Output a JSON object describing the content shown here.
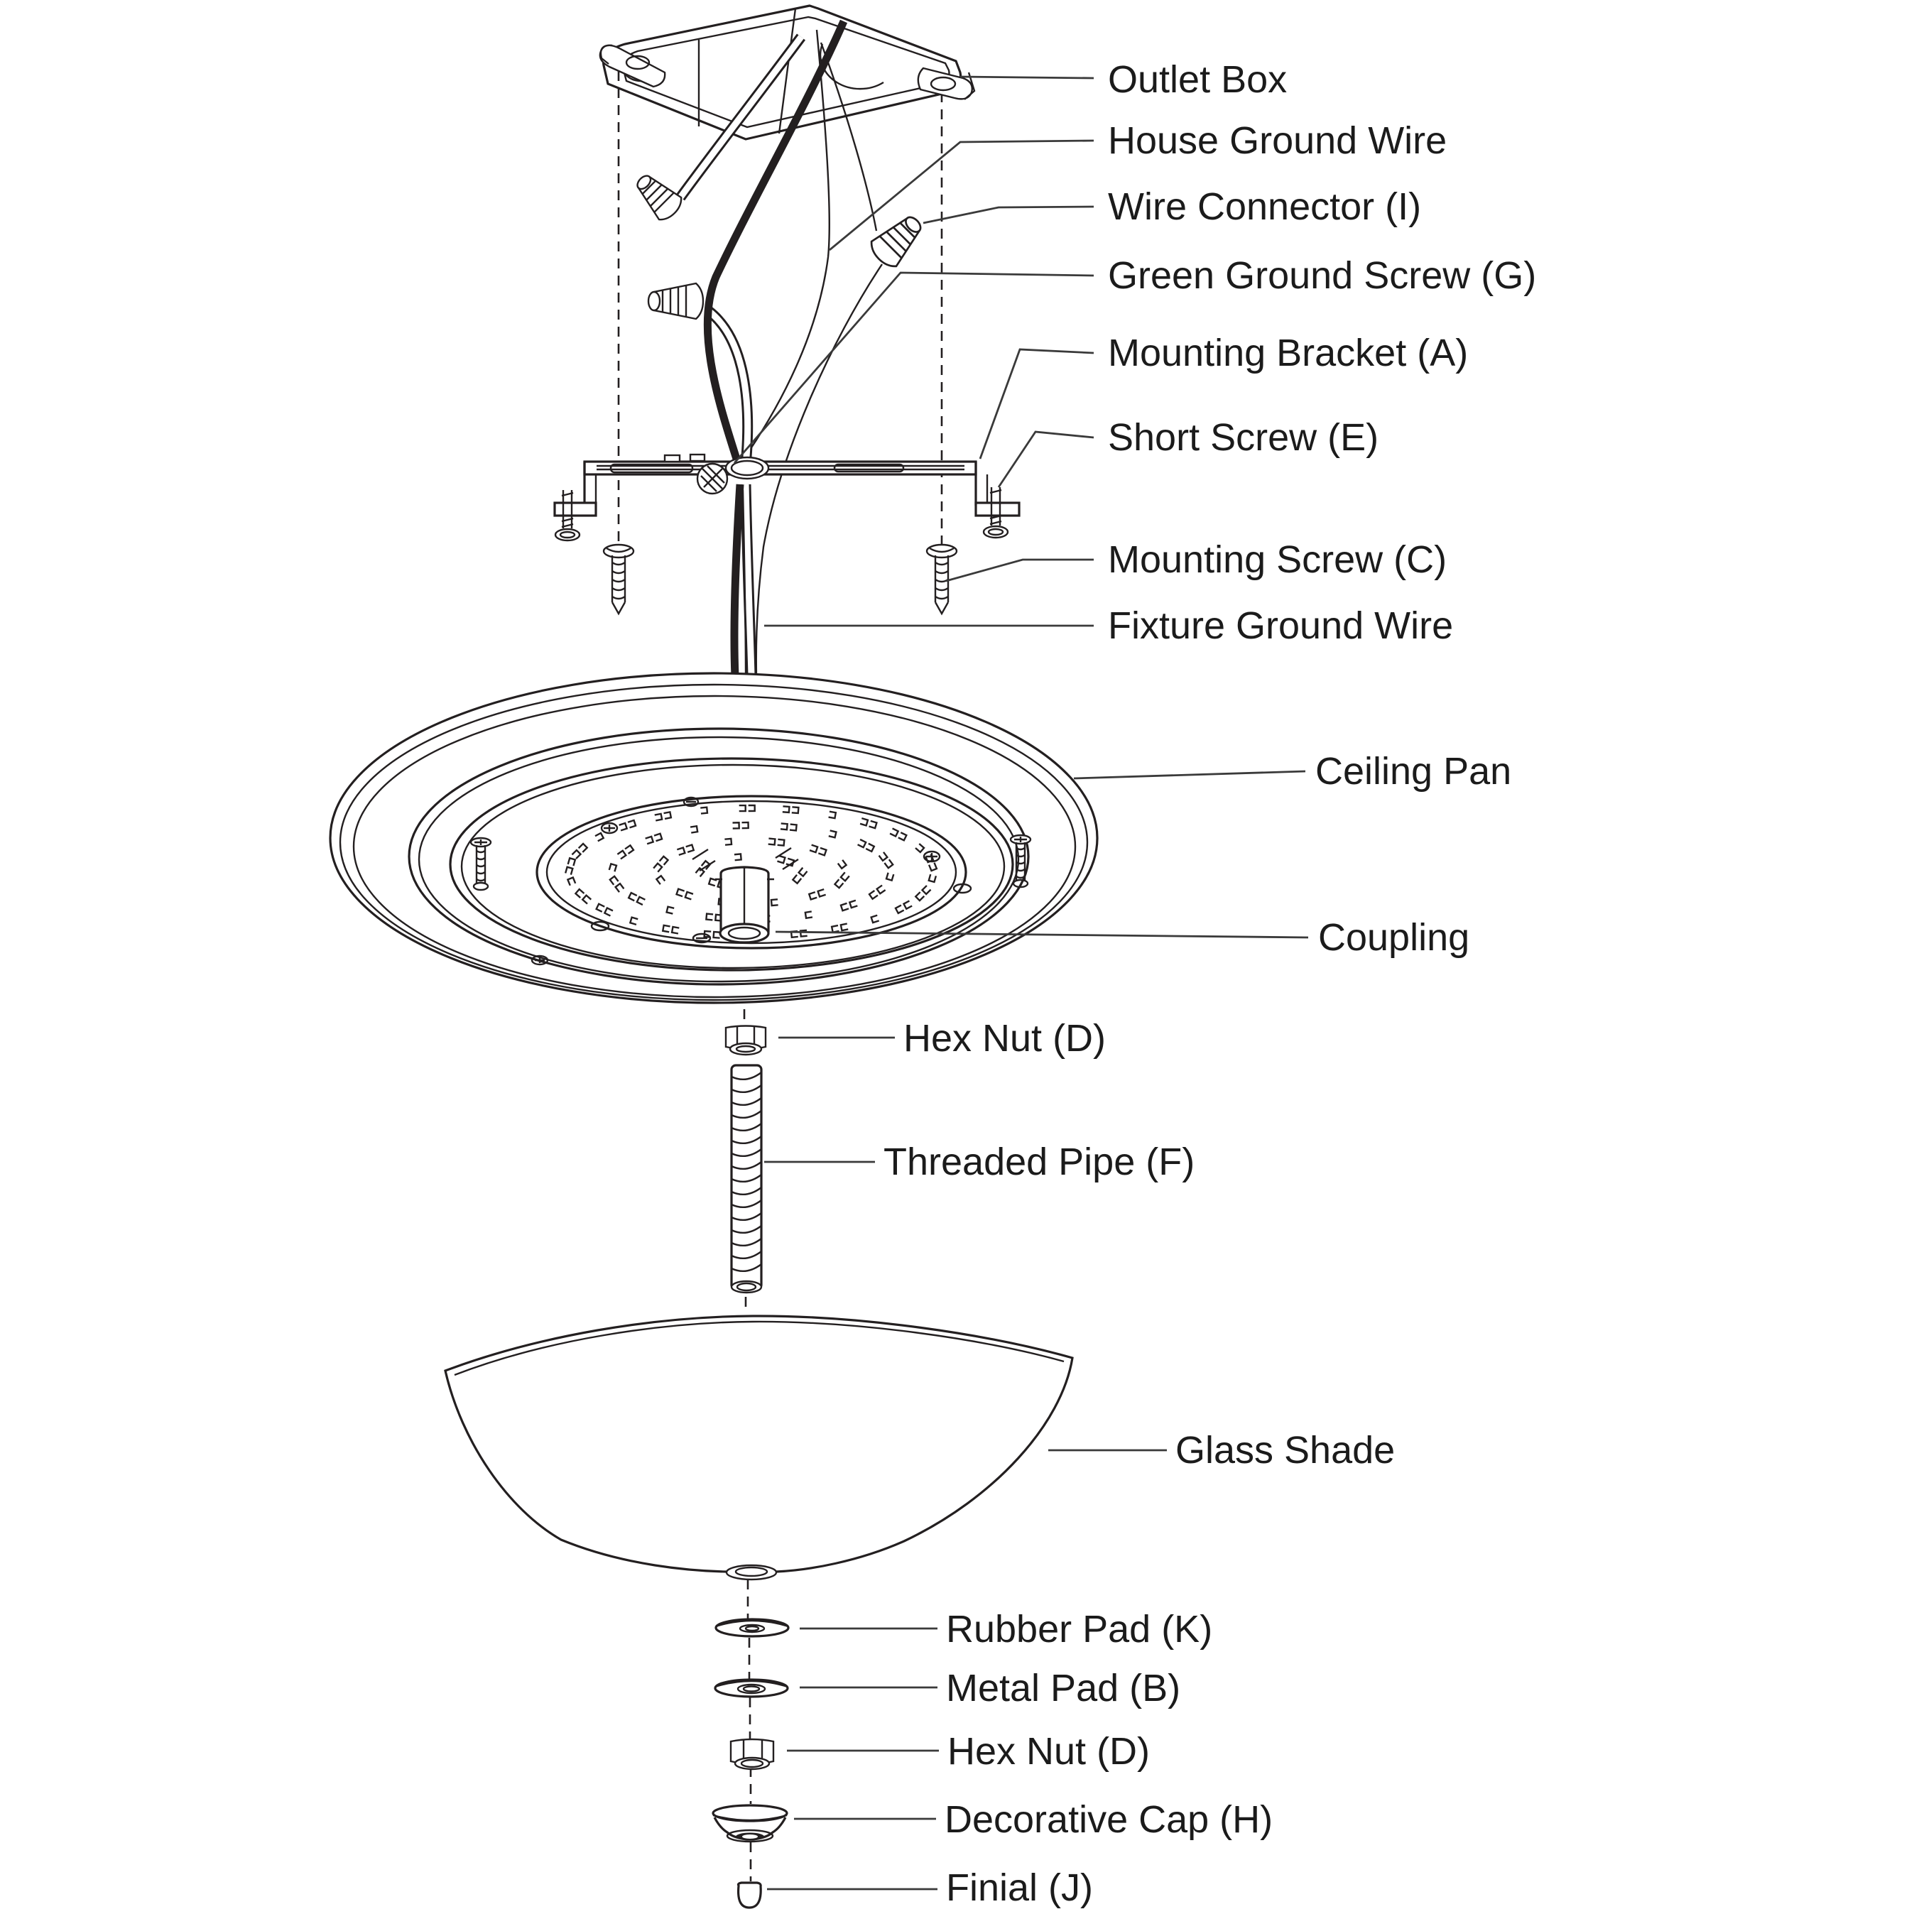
{
  "page": {
    "background": "#ffffff",
    "line_color": "#231f20",
    "text_color": "#1b1b1b"
  },
  "diagram": {
    "kind": "exploded-assembly",
    "subject": "ceiling light fixture mounting diagram"
  },
  "labels": [
    {
      "id": "outlet-box",
      "text": "Outlet Box"
    },
    {
      "id": "house-ground-wire",
      "text": "House Ground Wire"
    },
    {
      "id": "wire-connector",
      "text": "Wire Connector (I)"
    },
    {
      "id": "green-ground-screw",
      "text": "Green Ground Screw (G)"
    },
    {
      "id": "mounting-bracket",
      "text": "Mounting Bracket (A)"
    },
    {
      "id": "short-screw",
      "text": "Short Screw (E)"
    },
    {
      "id": "mounting-screw",
      "text": "Mounting Screw (C)"
    },
    {
      "id": "fixture-ground-wire",
      "text": "Fixture Ground Wire"
    },
    {
      "id": "ceiling-pan",
      "text": "Ceiling Pan"
    },
    {
      "id": "coupling",
      "text": "Coupling"
    },
    {
      "id": "hex-nut-upper",
      "text": "Hex Nut (D)"
    },
    {
      "id": "threaded-pipe",
      "text": "Threaded Pipe (F)"
    },
    {
      "id": "glass-shade",
      "text": "Glass Shade"
    },
    {
      "id": "rubber-pad",
      "text": "Rubber Pad (K)"
    },
    {
      "id": "metal-pad",
      "text": "Metal Pad (B)"
    },
    {
      "id": "hex-nut-lower",
      "text": "Hex Nut (D)"
    },
    {
      "id": "decorative-cap",
      "text": "Decorative Cap (H)"
    },
    {
      "id": "finial",
      "text": "Finial (J)"
    }
  ]
}
